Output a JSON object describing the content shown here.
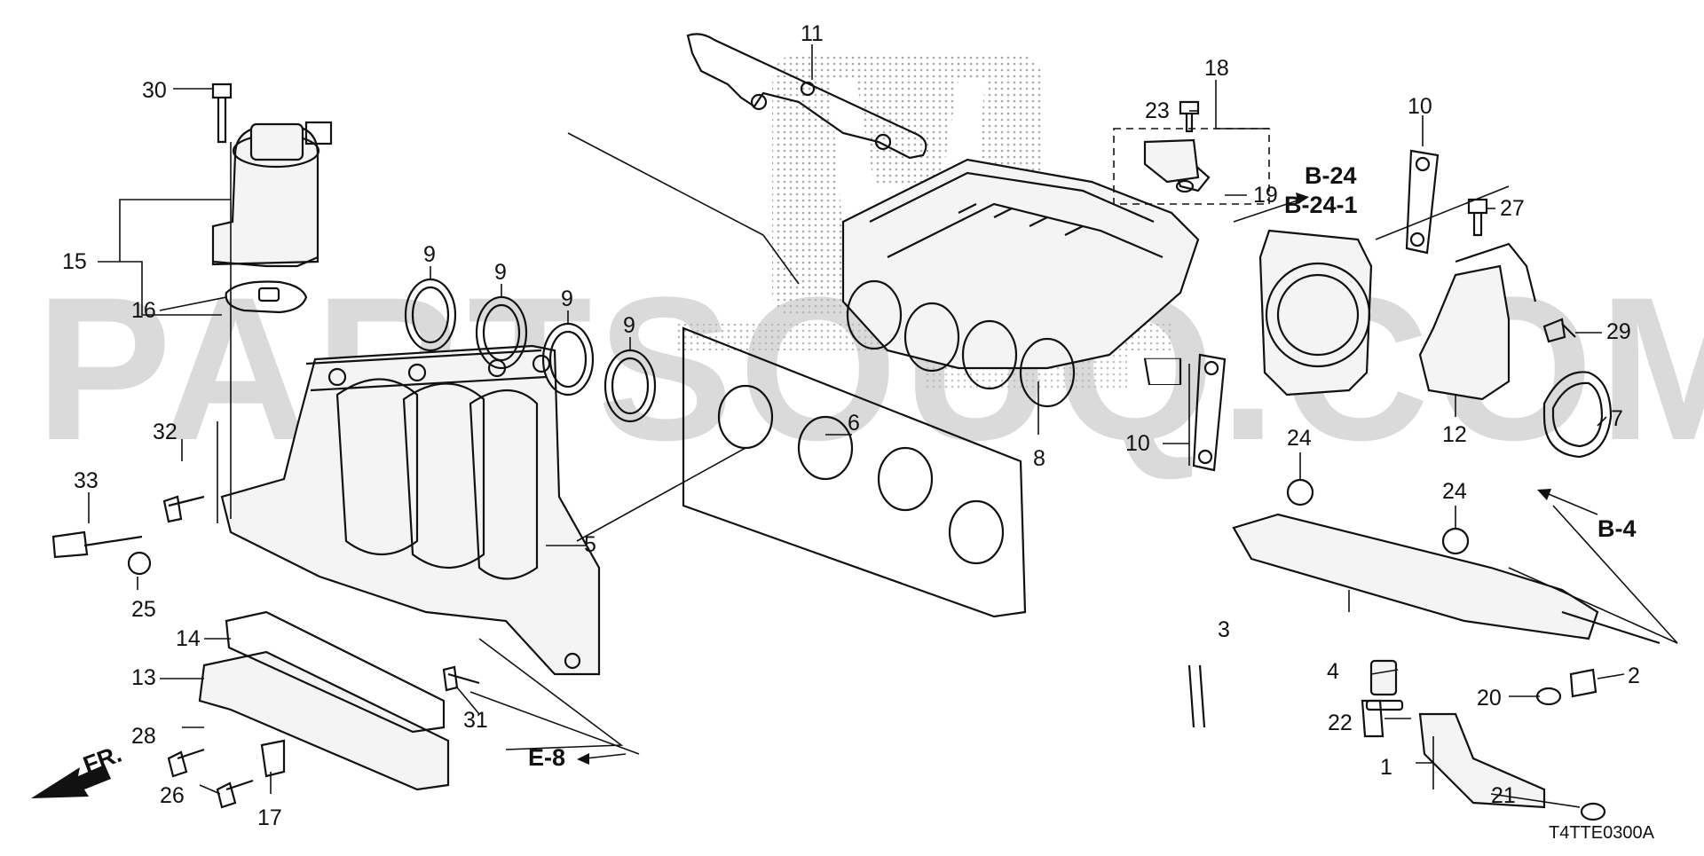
{
  "watermark": {
    "text": "PARTSOUQ.COM"
  },
  "callouts": [
    {
      "id": "c1",
      "text": "1"
    },
    {
      "id": "c2",
      "text": "2"
    },
    {
      "id": "c3",
      "text": "3"
    },
    {
      "id": "c4",
      "text": "4"
    },
    {
      "id": "c5",
      "text": "5"
    },
    {
      "id": "c6",
      "text": "6"
    },
    {
      "id": "c7",
      "text": "7"
    },
    {
      "id": "c8",
      "text": "8"
    },
    {
      "id": "c9a",
      "text": "9"
    },
    {
      "id": "c9b",
      "text": "9"
    },
    {
      "id": "c9c",
      "text": "9"
    },
    {
      "id": "c9d",
      "text": "9"
    },
    {
      "id": "c10a",
      "text": "10"
    },
    {
      "id": "c10b",
      "text": "10"
    },
    {
      "id": "c11",
      "text": "11"
    },
    {
      "id": "c12",
      "text": "12"
    },
    {
      "id": "c13",
      "text": "13"
    },
    {
      "id": "c14",
      "text": "14"
    },
    {
      "id": "c15",
      "text": "15"
    },
    {
      "id": "c16",
      "text": "16"
    },
    {
      "id": "c17",
      "text": "17"
    },
    {
      "id": "c18",
      "text": "18"
    },
    {
      "id": "c19",
      "text": "19"
    },
    {
      "id": "c20",
      "text": "20"
    },
    {
      "id": "c21",
      "text": "21"
    },
    {
      "id": "c22",
      "text": "22"
    },
    {
      "id": "c23",
      "text": "23"
    },
    {
      "id": "c24a",
      "text": "24"
    },
    {
      "id": "c24b",
      "text": "24"
    },
    {
      "id": "c25",
      "text": "25"
    },
    {
      "id": "c26",
      "text": "26"
    },
    {
      "id": "c27",
      "text": "27"
    },
    {
      "id": "c28",
      "text": "28"
    },
    {
      "id": "c29",
      "text": "29"
    },
    {
      "id": "c30",
      "text": "30"
    },
    {
      "id": "c31",
      "text": "31"
    },
    {
      "id": "c32",
      "text": "32"
    },
    {
      "id": "c33",
      "text": "33"
    }
  ],
  "references": {
    "b24": "B-24",
    "b241": "B-24-1",
    "b4": "B-4",
    "e8": "E-8"
  },
  "front_marker": "FR.",
  "diagram_code": "T4TTE0300A"
}
